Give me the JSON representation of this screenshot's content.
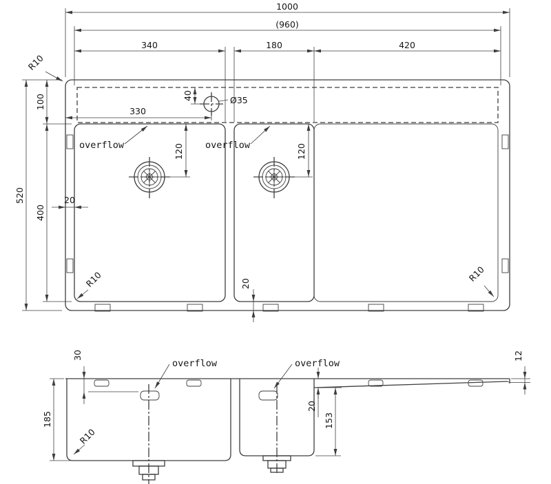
{
  "top": {
    "w_total": "1000",
    "w_inner": "(960)",
    "w_bowl1": "340",
    "w_bowl2": "180",
    "w_board": "420",
    "h_total": "520",
    "h_strip": "100",
    "h_bowl": "400",
    "hole_y": "40",
    "hole_dia": "Ø35",
    "hole_x": "330",
    "overflow_left": "overflow",
    "overflow_right": "overflow",
    "drain1_y": "120",
    "drain2_y": "120",
    "rim_left": "20",
    "rim_bottom": "20",
    "r_top_left": "R10",
    "r_bottom_left": "R10",
    "r_bottom_right": "R10"
  },
  "front": {
    "overflow_offset": "30",
    "overflow_left": "overflow",
    "overflow_right": "overflow",
    "rim_height": "12",
    "depth_bowl1": "185",
    "board_drop": "20",
    "depth_bowl2": "153",
    "r_corner": "R10"
  }
}
